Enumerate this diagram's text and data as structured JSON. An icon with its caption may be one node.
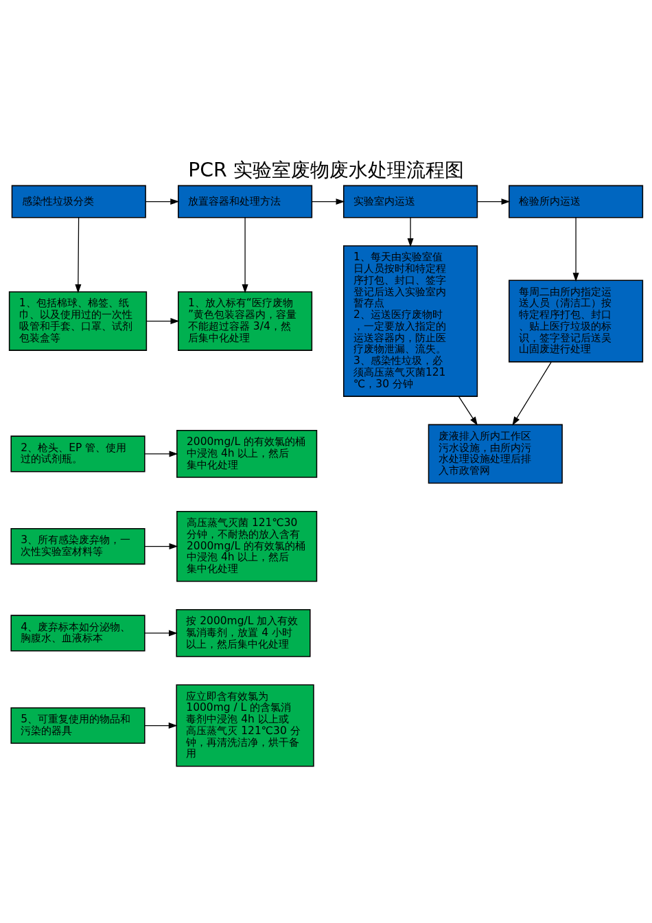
{
  "diagram": {
    "title": "PCR 实验室废物废水处理流程图",
    "nodes": [
      {
        "text": [
          "感染性垃圾分类"
        ]
      },
      {
        "text": [
          "放置容器和处理方法"
        ]
      },
      {
        "text": [
          "实验室内运送"
        ]
      },
      {
        "text": [
          "检验所内运送"
        ]
      },
      {
        "text": [
          "1、包括棉球、棉签、纸巾、以及使用过的一次性吸管和手套、口罩、试剂包装盒等"
        ]
      },
      {
        "text": [
          "1、放入标有“医疗废物”黄色包装容器内，容量不能超过容器 3/4，然后集中化处理"
        ]
      },
      {
        "text": [
          "1、每天由实验室值日人员按时和特定程序打包、封口、签字登记后送入实验室内暂存点",
          "2、运送医疗废物时，一定要放入指定的运送容器内，防止医疗废物泄漏、流失。",
          "3、感染性垃圾，必须高压蒸气灭菌121℃，30 分钟"
        ]
      },
      {
        "text": [
          "每周二由所内指定运送人员（清洁工）按特定程序打包、封口、贴上医疗垃圾的标识，签字登记后送吴山固废进行处理"
        ]
      },
      {
        "text": [
          "2、枪头、EP 管、使用过的试剂瓶。"
        ]
      },
      {
        "text": [
          "2000mg/L 的有效氯的桶中浸泡 4h 以上，然后集中化处理"
        ]
      },
      {
        "text": [
          "3、所有感染废弃物，一次性实验室材料等"
        ]
      },
      {
        "text": [
          "高压蒸气灭菌 121℃30 分钟，不耐热的放入含有 2000mg/L 的有效氯的桶中浸泡 4h 以上，然后集中化处理"
        ]
      },
      {
        "text": [
          "4、废弃标本如分泌物、胸腹水、血液标本"
        ]
      },
      {
        "text": [
          "按 2000mg/L 加入有效氯消毒剂，放置 4 小时以上，然后集中化处理"
        ]
      },
      {
        "text": [
          "5、可重复使用的物品和污染的器具"
        ]
      },
      {
        "text": [
          "应立即含有效氯为1000mg / L 的含氯消毒剂中浸泡 4h 以上或高压蒸气灭 121℃30 分钟，再清洗洁净，烘干备用"
        ]
      },
      {
        "text": [
          "废液排入所内工作区污水设施，由所内污水处理设施处理后排入市政管网"
        ]
      }
    ],
    "edges": [
      {
        "from": 0,
        "to": 1,
        "arrow": "to"
      },
      {
        "from": 1,
        "to": 2,
        "arrow": "to"
      },
      {
        "from": 2,
        "to": 3,
        "arrow": "to"
      },
      {
        "from": 0,
        "to": 4,
        "arrow": "to"
      },
      {
        "from": 1,
        "to": 5,
        "arrow": "to"
      },
      {
        "from": 2,
        "to": 6,
        "arrow": "to"
      },
      {
        "from": 3,
        "to": 7,
        "arrow": "to"
      },
      {
        "from": 4,
        "to": 5,
        "arrow": "to"
      },
      {
        "from": 8,
        "to": 9,
        "arrow": "to"
      },
      {
        "from": 10,
        "to": 11,
        "arrow": "to"
      },
      {
        "from": 12,
        "to": 13,
        "arrow": "to"
      },
      {
        "from": 14,
        "to": 15,
        "arrow": "to"
      },
      {
        "from": 6,
        "to": 16,
        "arrow": "to"
      },
      {
        "from": 7,
        "to": 16,
        "arrow": "to"
      }
    ]
  }
}
